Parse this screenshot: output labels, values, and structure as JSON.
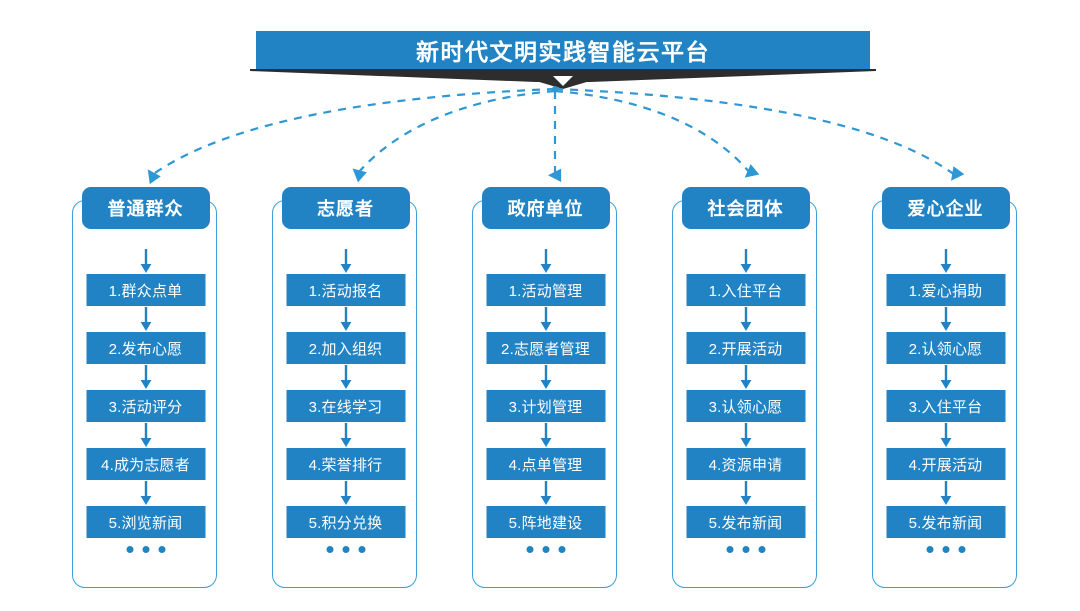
{
  "banner": {
    "title": "新时代文明实践智能云平台",
    "color": "#2183c4",
    "shadow_color": "#2d2d2d",
    "chevron_icon": "chevron-down-icon"
  },
  "theme": {
    "primary": "#2183c4",
    "border": "#3ba0d8",
    "arrow": "#2183c4",
    "dashed_arrow": "#2e97d4",
    "background": "#ffffff",
    "text_on_primary": "#ffffff"
  },
  "columns": [
    {
      "header": "普通群众",
      "items": [
        "1.群众点单",
        "2.发布心愿",
        "3.活动评分",
        "4.成为志愿者",
        "5.浏览新闻"
      ],
      "more": "..."
    },
    {
      "header": "志愿者",
      "items": [
        "1.活动报名",
        "2.加入组织",
        "3.在线学习",
        "4.荣誉排行",
        "5.积分兑换"
      ],
      "more": "..."
    },
    {
      "header": "政府单位",
      "items": [
        "1.活动管理",
        "2.志愿者管理",
        "3.计划管理",
        "4.点单管理",
        "5.阵地建设"
      ],
      "more": "..."
    },
    {
      "header": "社会团体",
      "items": [
        "1.入住平台",
        "2.开展活动",
        "3.认领心愿",
        "4.资源申请",
        "5.发布新闻"
      ],
      "more": "..."
    },
    {
      "header": "爱心企业",
      "items": [
        "1.爱心捐助",
        "2.认领心愿",
        "3.入住平台",
        "4.开展活动",
        "5.发布新闻"
      ],
      "more": "..."
    }
  ]
}
